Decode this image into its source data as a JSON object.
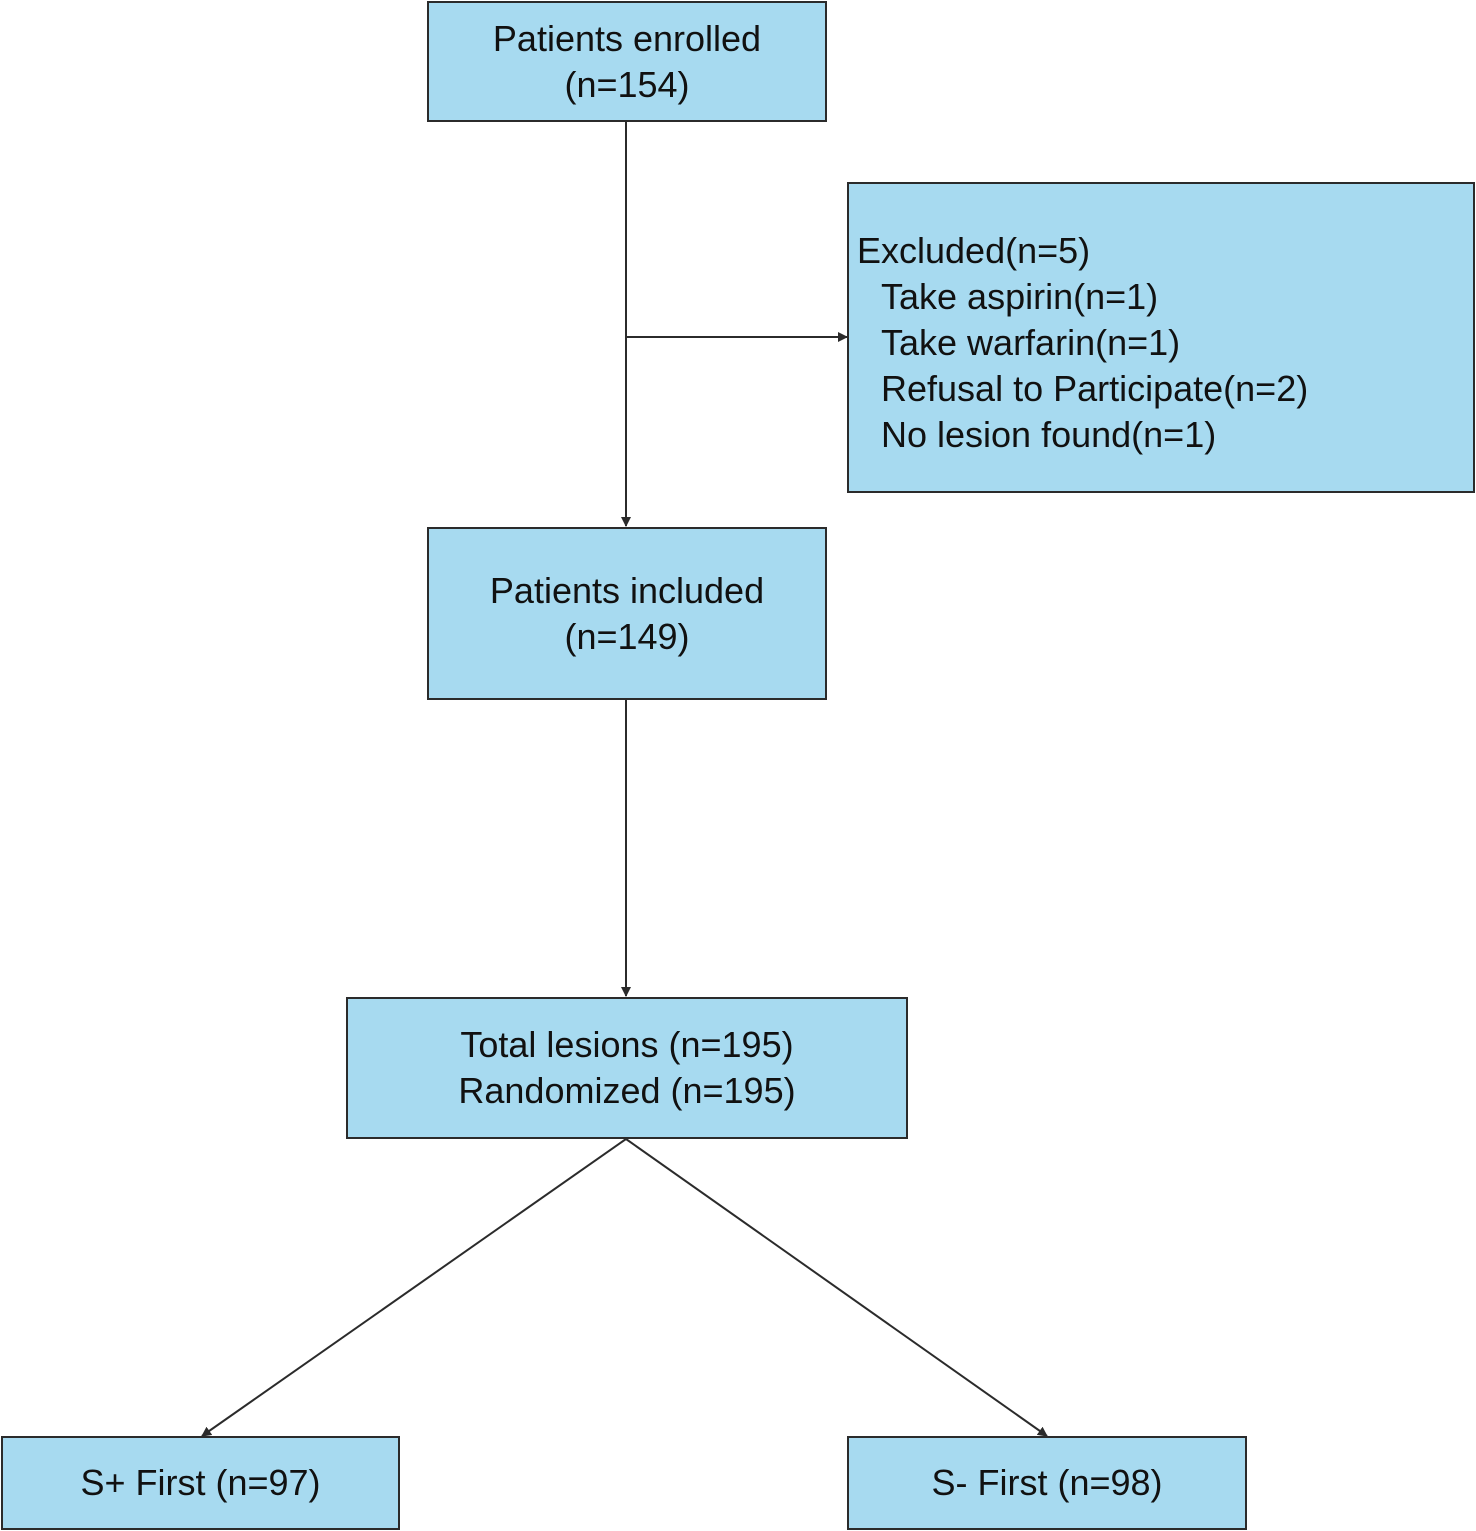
{
  "colors": {
    "box_fill": "#a7daf0",
    "box_border": "#2b2b2b",
    "connector": "#2b2b2b"
  },
  "enrolled": {
    "line1": "Patients enrolled",
    "line2": "(n=154)"
  },
  "excluded": {
    "title": "Excluded(n=5)",
    "items": [
      "Take aspirin(n=1)",
      "Take warfarin(n=1)",
      "Refusal to Participate(n=2)",
      "No lesion found(n=1)"
    ]
  },
  "included": {
    "line1": "Patients included",
    "line2": "(n=149)"
  },
  "lesions": {
    "line1": "Total lesions (n=195)",
    "line2": "Randomized (n=195)"
  },
  "arm_left": {
    "label": "S+ First (n=97)"
  },
  "arm_right": {
    "label": "S- First (n=98)"
  }
}
